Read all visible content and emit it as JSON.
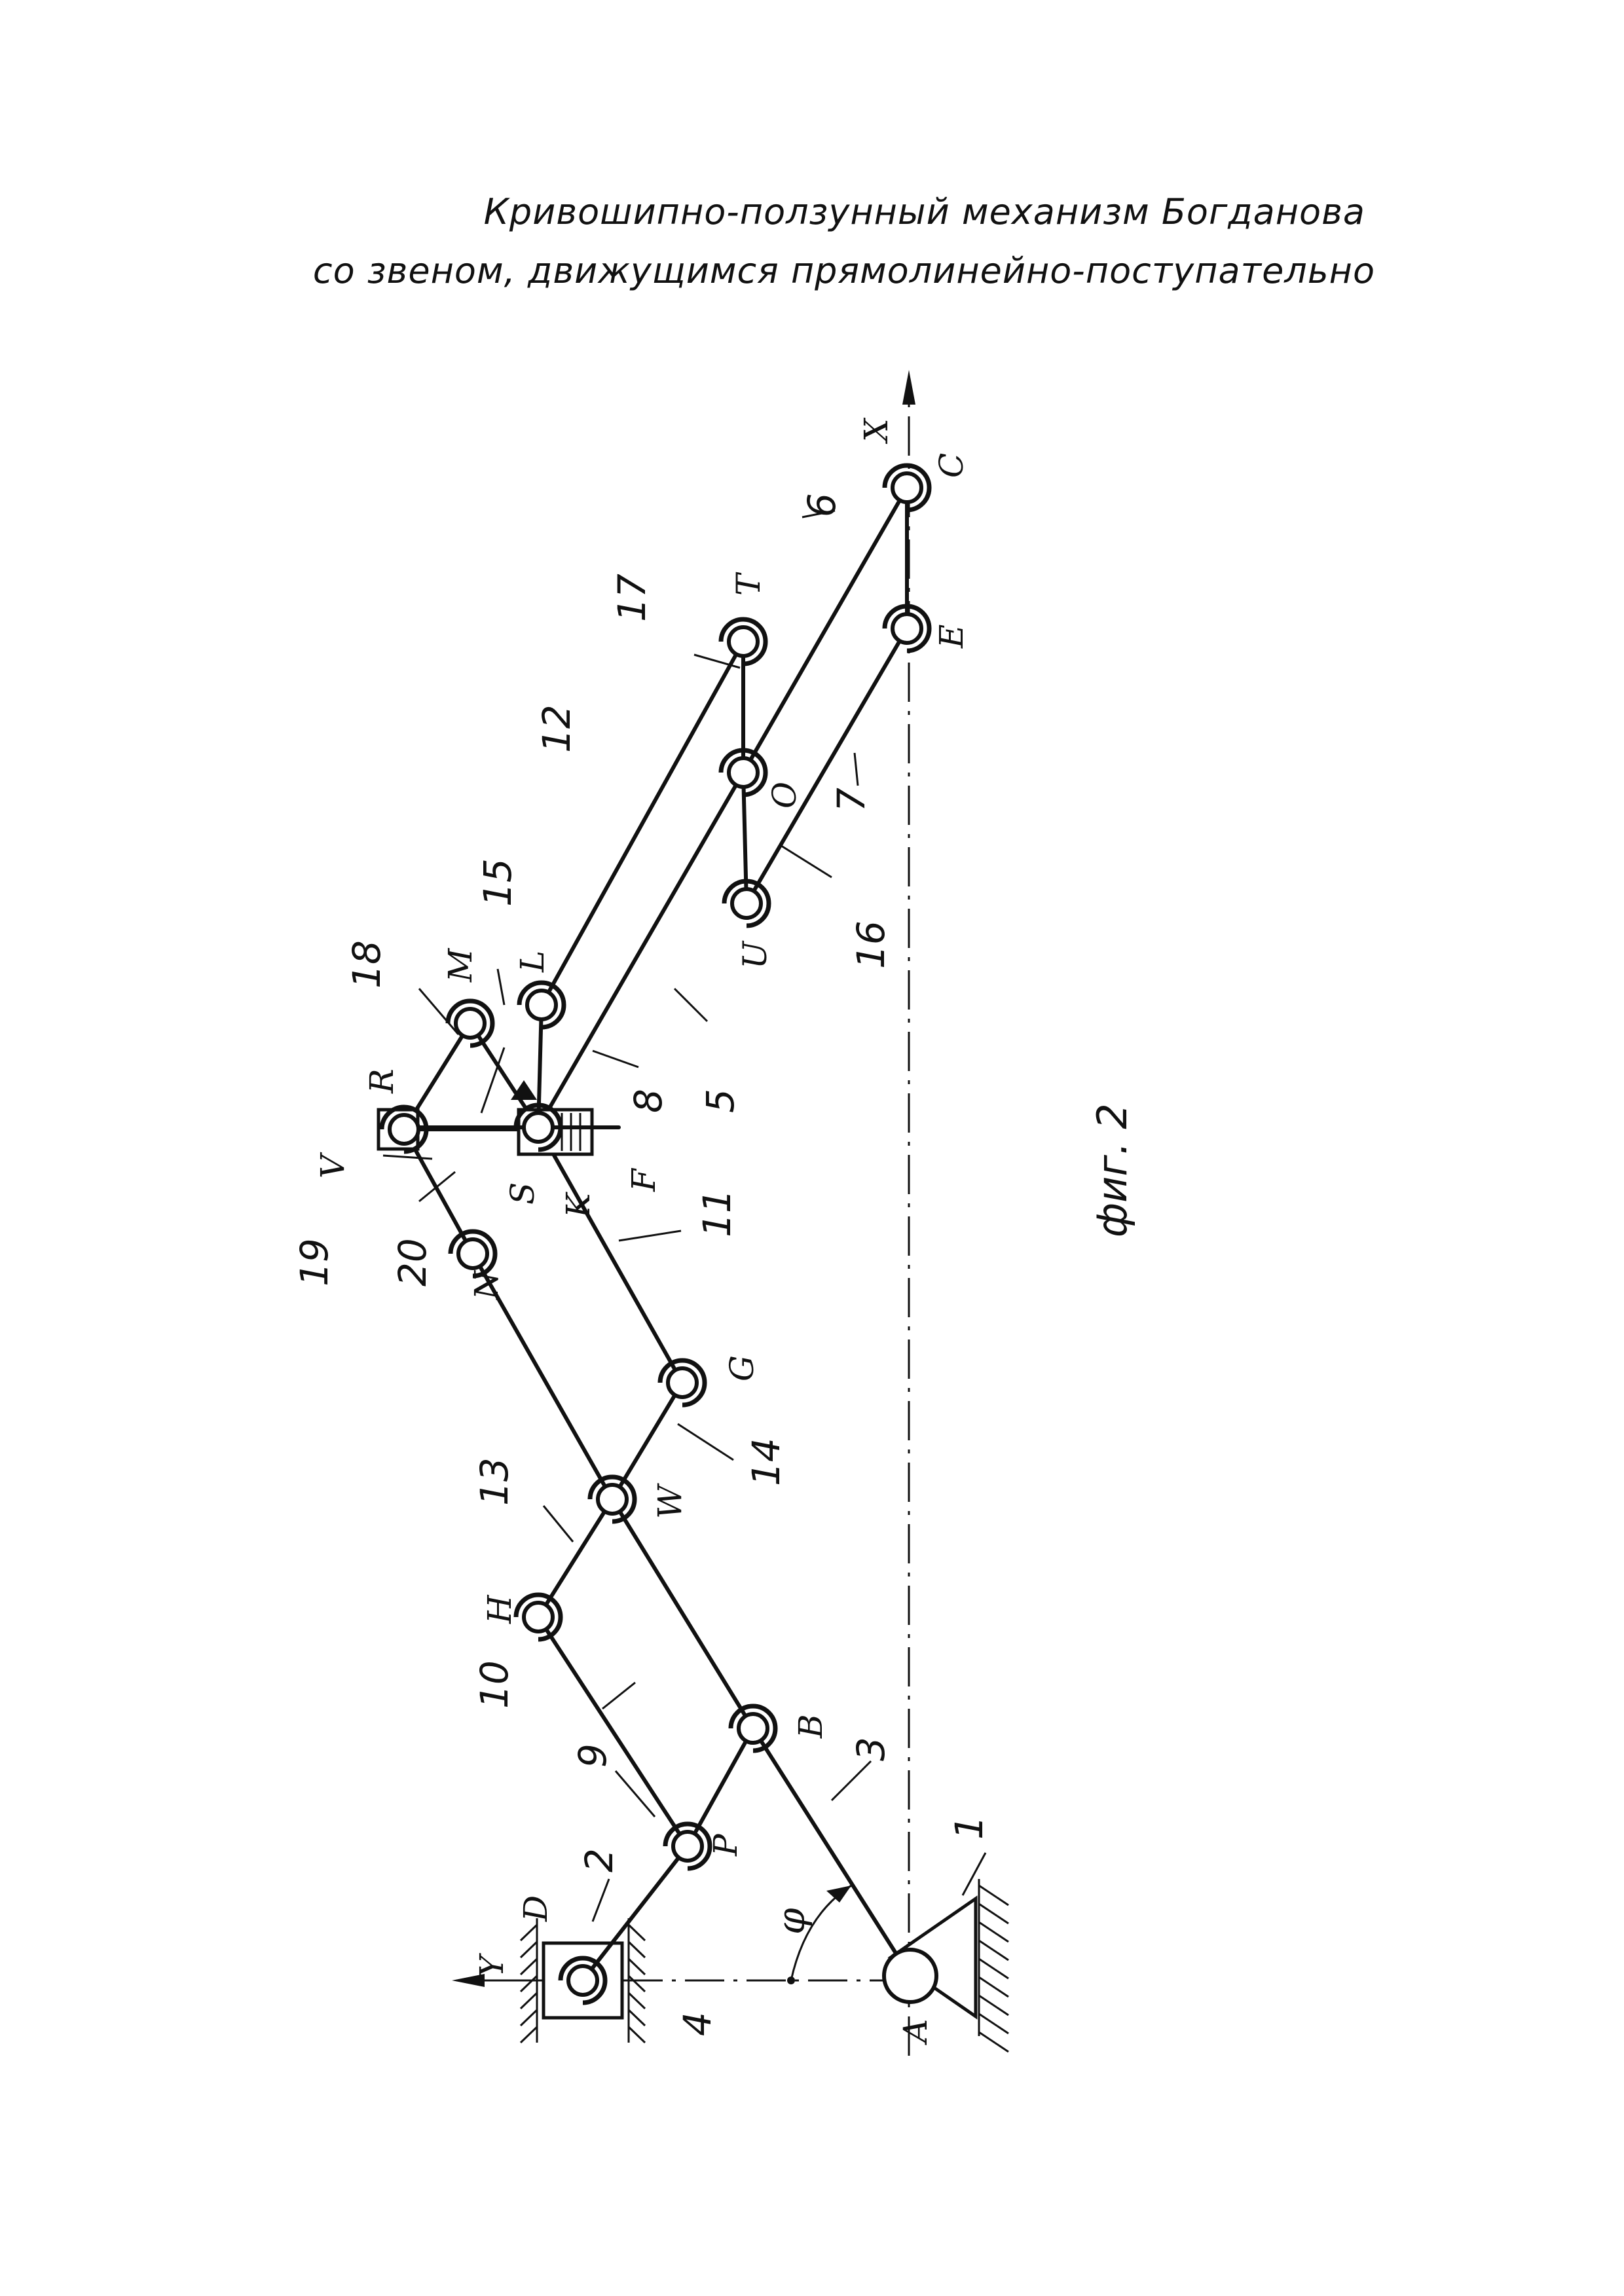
{
  "title": {
    "line1": "Кривошипно-ползунный механизм Богданова",
    "line2": "со звеном, движущимся прямолинейно-поступательно"
  },
  "caption": "фиг. 2",
  "axes": {
    "x_label": "X",
    "y_label": "Y",
    "angle_label": "φ"
  },
  "joints": [
    "A",
    "B",
    "C",
    "D",
    "E",
    "F",
    "G",
    "H",
    "K",
    "L",
    "M",
    "N",
    "O",
    "P",
    "R",
    "S",
    "T",
    "U",
    "V",
    "W"
  ],
  "link_numbers": [
    "1",
    "2",
    "3",
    "4",
    "5",
    "6",
    "7",
    "8",
    "9",
    "10",
    "11",
    "12",
    "13",
    "14",
    "15",
    "16",
    "17",
    "18",
    "19",
    "20"
  ],
  "colors": {
    "ink": "#111111",
    "paper": "#ffffff"
  }
}
